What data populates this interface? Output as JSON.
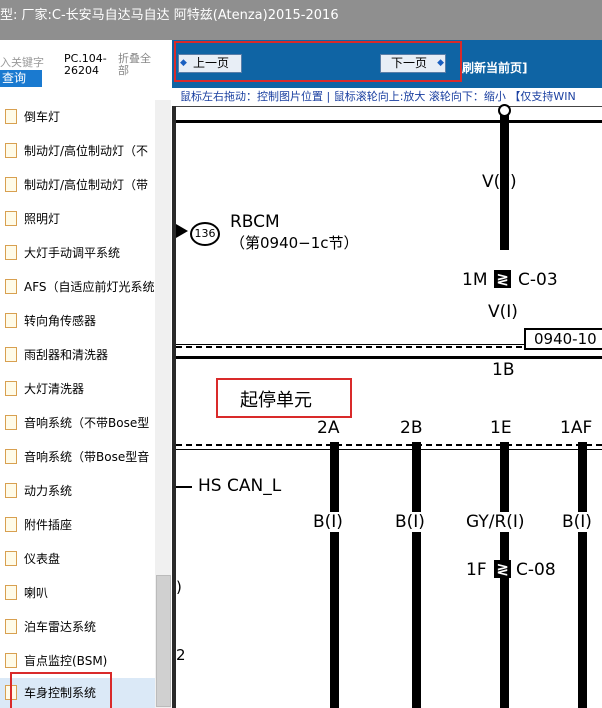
{
  "window": {
    "title": "型:  厂家:C-长安马自达马自达 阿特兹(Atenza)2015-2016"
  },
  "sidebar": {
    "search_placeholder": "入关键字",
    "search_button": "查询",
    "pc_code": "PC.104-26204",
    "fold_all": "折叠全部",
    "items": [
      {
        "label": "倒车灯"
      },
      {
        "label": "制动灯/高位制动灯（不"
      },
      {
        "label": "制动灯/高位制动灯（带"
      },
      {
        "label": "照明灯"
      },
      {
        "label": "大灯手动调平系统"
      },
      {
        "label": "AFS（自适应前灯光系统"
      },
      {
        "label": "转向角传感器"
      },
      {
        "label": "雨刮器和清洗器"
      },
      {
        "label": "大灯清洗器"
      },
      {
        "label": "音响系统（不带Bose型"
      },
      {
        "label": "音响系统（带Bose型音"
      },
      {
        "label": "动力系统"
      },
      {
        "label": "附件插座"
      },
      {
        "label": "仪表盘"
      },
      {
        "label": "喇叭"
      },
      {
        "label": "泊车雷达系统"
      },
      {
        "label": "盲点监控(BSM)"
      },
      {
        "label": "车身控制系统"
      }
    ],
    "selected_index": 17
  },
  "toolbar": {
    "prev_label": "上一页",
    "next_label": "下一页",
    "refresh_label": "刷新当前页]"
  },
  "hint": "鼠标左右拖动：控制图片位置 | 鼠标滚轮向上:放大   滚轮向下：缩小 【仅支持WIN",
  "diagram": {
    "labels": {
      "vf": "V(F)",
      "rbcm": "RBCM",
      "rbcm_ref": "（第0940−1c节）",
      "connector_num": "136",
      "c03": "1M",
      "c03_name": "C-03",
      "vi": "V(I)",
      "box_ref": "0940-10",
      "pin_1b": "1B",
      "unit": "起停单元",
      "pin_2a": "2A",
      "pin_2b": "2B",
      "pin_1e": "1E",
      "pin_1af": "1AF",
      "hs_can": "HS CAN_L",
      "wire_b1": "B(I)",
      "wire_b2": "B(I)",
      "wire_gyr": "GY/R(I)",
      "wire_b3": "B(I)",
      "c08": "1F",
      "c08_name": "C-08",
      "frag_paren": ")",
      "frag_2": "2"
    }
  }
}
